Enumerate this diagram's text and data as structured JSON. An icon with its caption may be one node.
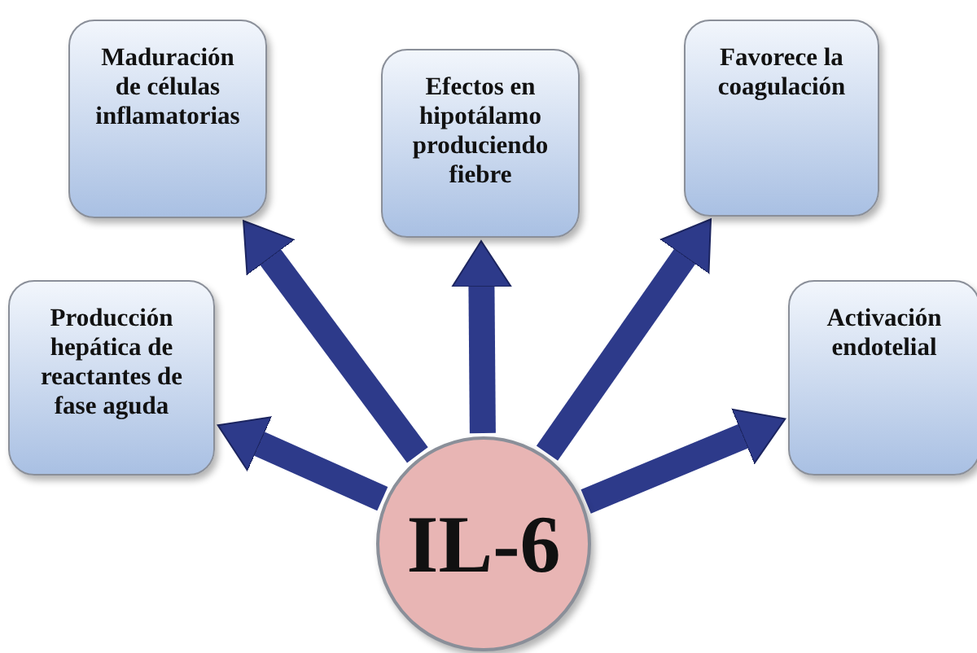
{
  "diagram": {
    "nodes": [
      {
        "text": [
          "Maduración de células inflamatorias"
        ]
      },
      {
        "text": [
          "Efectos en hipotálamo produciendo fiebre"
        ]
      },
      {
        "text": [
          "Favorece la coagulación"
        ]
      },
      {
        "text": [
          "Producción hepática de reactantes de fase aguda"
        ]
      },
      {
        "text": [
          "Activación endotelial"
        ]
      },
      {
        "text": [
          "IL-6"
        ]
      }
    ],
    "edges": [
      {
        "from": 5,
        "to": 0,
        "arrow": "to"
      },
      {
        "from": 5,
        "to": 1,
        "arrow": "to"
      },
      {
        "from": 5,
        "to": 2,
        "arrow": "to"
      },
      {
        "from": 5,
        "to": 3,
        "arrow": "to"
      },
      {
        "from": 5,
        "to": 4,
        "arrow": "to"
      }
    ]
  }
}
